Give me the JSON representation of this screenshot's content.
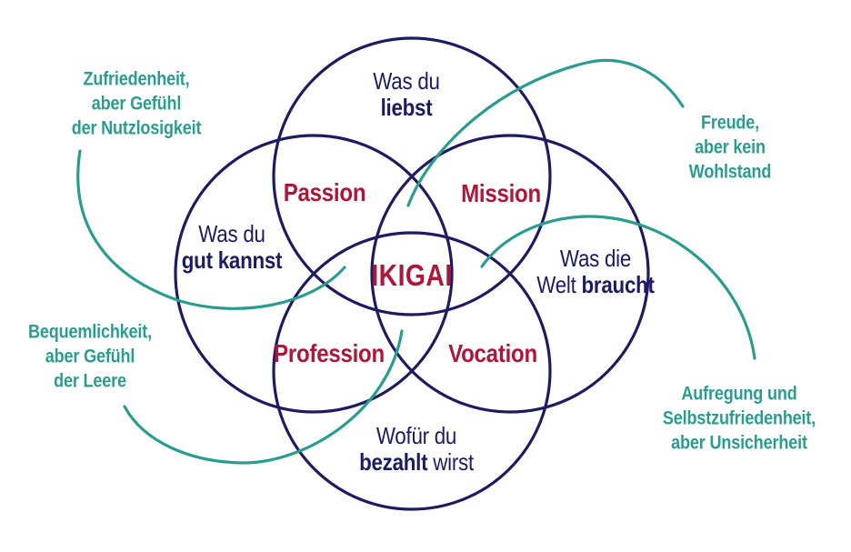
{
  "colors": {
    "navy": "#1e1b63",
    "red": "#ae173a",
    "teal": "#2a9d8f",
    "background": "#ffffff"
  },
  "circles": {
    "love": {
      "line1": "Was du",
      "pre": "",
      "bold": "liebst",
      "post": ""
    },
    "skills": {
      "line1": "Was du",
      "pre": "",
      "bold": "gut kannst",
      "post": ""
    },
    "world": {
      "line1": "Was die",
      "pre": "Welt ",
      "bold": "braucht",
      "post": ""
    },
    "paid": {
      "line1": "Wofür du",
      "pre": "",
      "bold": "bezahlt",
      "post": " wirst"
    }
  },
  "intersections": {
    "top_left": "Passion",
    "top_right": "Mission",
    "bottom_left": "Profession",
    "bottom_right": "Vocation",
    "center": "IKIGAI"
  },
  "notes": {
    "top_left": {
      "l1": "Zufriedenheit,",
      "l2": "aber Gefühl",
      "l3": "der Nutzlosigkeit"
    },
    "top_right": {
      "l1": "Freude,",
      "l2": "aber kein",
      "l3": "Wohlstand"
    },
    "bottom_left": {
      "l1": "Bequemlichkeit,",
      "l2": "aber Gefühl",
      "l3": "der Leere"
    },
    "bottom_right": {
      "l1": "Aufregung und",
      "l2": "Selbstzufriedenheit,",
      "l3": "aber Unsicherheit"
    }
  }
}
